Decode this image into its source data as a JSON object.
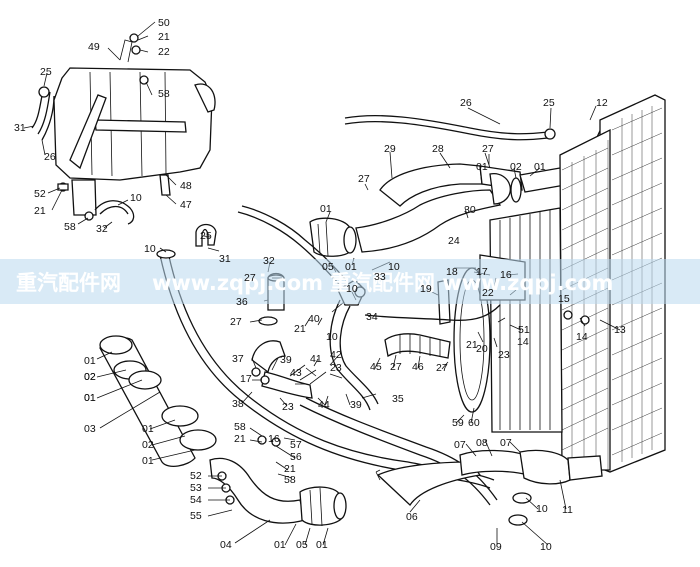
{
  "watermark": {
    "text_left": "重汽配件网",
    "text_middle": "www.zqpj.com",
    "text_right": "重汽配件网 www.zqpj.com",
    "band_color": "#b9d9ee"
  },
  "diagram": {
    "line_color": "#111111",
    "labels": [
      {
        "id": "l50",
        "text": "50"
      },
      {
        "id": "l21a",
        "text": "21"
      },
      {
        "id": "l22a",
        "text": "22"
      },
      {
        "id": "l49",
        "text": "49"
      },
      {
        "id": "l58a",
        "text": "58"
      },
      {
        "id": "l47",
        "text": "47"
      },
      {
        "id": "l48",
        "text": "48"
      },
      {
        "id": "l10a",
        "text": "10"
      },
      {
        "id": "l25a",
        "text": "25"
      },
      {
        "id": "l31a",
        "text": "31"
      },
      {
        "id": "l26a",
        "text": "26"
      },
      {
        "id": "l52a",
        "text": "52"
      },
      {
        "id": "l21b",
        "text": "21"
      },
      {
        "id": "l58b",
        "text": "58"
      },
      {
        "id": "l32a",
        "text": "32"
      },
      {
        "id": "l26b",
        "text": "26"
      },
      {
        "id": "l25b",
        "text": "25"
      },
      {
        "id": "l12",
        "text": "12"
      },
      {
        "id": "l29",
        "text": "29"
      },
      {
        "id": "l28",
        "text": "28"
      },
      {
        "id": "l27a",
        "text": "27"
      },
      {
        "id": "l01a",
        "text": "01"
      },
      {
        "id": "l02a",
        "text": "02"
      },
      {
        "id": "l01b",
        "text": "01"
      },
      {
        "id": "l27b",
        "text": "27"
      },
      {
        "id": "l30",
        "text": "30"
      },
      {
        "id": "l01c",
        "text": "01"
      },
      {
        "id": "l25c",
        "text": "25"
      },
      {
        "id": "l31b",
        "text": "31"
      },
      {
        "id": "l10b",
        "text": "10"
      },
      {
        "id": "l24",
        "text": "24"
      },
      {
        "id": "l05a",
        "text": "05"
      },
      {
        "id": "l01d",
        "text": "01"
      },
      {
        "id": "l10c",
        "text": "10"
      },
      {
        "id": "l32b",
        "text": "32"
      },
      {
        "id": "l18",
        "text": "18"
      },
      {
        "id": "l17a",
        "text": "17"
      },
      {
        "id": "l16",
        "text": "16"
      },
      {
        "id": "l27c",
        "text": "27"
      },
      {
        "id": "l33",
        "text": "33"
      },
      {
        "id": "l36",
        "text": "36"
      },
      {
        "id": "l19",
        "text": "19"
      },
      {
        "id": "l22b",
        "text": "22"
      },
      {
        "id": "l15",
        "text": "15"
      },
      {
        "id": "l10d",
        "text": "10"
      },
      {
        "id": "l34",
        "text": "34"
      },
      {
        "id": "l51",
        "text": "51"
      },
      {
        "id": "l27d",
        "text": "27"
      },
      {
        "id": "l40",
        "text": "40"
      },
      {
        "id": "l21c",
        "text": "21"
      },
      {
        "id": "l13",
        "text": "13"
      },
      {
        "id": "l14a",
        "text": "14"
      },
      {
        "id": "l14b",
        "text": "14"
      },
      {
        "id": "l21d",
        "text": "21"
      },
      {
        "id": "l10e",
        "text": "10"
      },
      {
        "id": "l20",
        "text": "20"
      },
      {
        "id": "l23a",
        "text": "23"
      },
      {
        "id": "l42",
        "text": "42"
      },
      {
        "id": "l41",
        "text": "41"
      },
      {
        "id": "l37",
        "text": "37"
      },
      {
        "id": "l39a",
        "text": "39"
      },
      {
        "id": "l43",
        "text": "43"
      },
      {
        "id": "l23b",
        "text": "23"
      },
      {
        "id": "l45",
        "text": "45"
      },
      {
        "id": "l27e",
        "text": "27"
      },
      {
        "id": "l46",
        "text": "46"
      },
      {
        "id": "l27f",
        "text": "27"
      },
      {
        "id": "l17b",
        "text": "17"
      },
      {
        "id": "l01e",
        "text": "01"
      },
      {
        "id": "l02b",
        "text": "02"
      },
      {
        "id": "l01f",
        "text": "01"
      },
      {
        "id": "l38",
        "text": "38"
      },
      {
        "id": "l23c",
        "text": "23"
      },
      {
        "id": "l44",
        "text": "44"
      },
      {
        "id": "l39b",
        "text": "39"
      },
      {
        "id": "l35",
        "text": "35"
      },
      {
        "id": "l03",
        "text": "03"
      },
      {
        "id": "l59",
        "text": "59"
      },
      {
        "id": "l60",
        "text": "60"
      },
      {
        "id": "l58c",
        "text": "58"
      },
      {
        "id": "l21e",
        "text": "21"
      },
      {
        "id": "l16b",
        "text": "16"
      },
      {
        "id": "l57",
        "text": "57"
      },
      {
        "id": "l56",
        "text": "56"
      },
      {
        "id": "l01g",
        "text": "01"
      },
      {
        "id": "l02c",
        "text": "02"
      },
      {
        "id": "l01h",
        "text": "01"
      },
      {
        "id": "l07a",
        "text": "07"
      },
      {
        "id": "l08",
        "text": "08"
      },
      {
        "id": "l07b",
        "text": "07"
      },
      {
        "id": "l21f",
        "text": "21"
      },
      {
        "id": "l58d",
        "text": "58"
      },
      {
        "id": "l52b",
        "text": "52"
      },
      {
        "id": "l53",
        "text": "53"
      },
      {
        "id": "l54",
        "text": "54"
      },
      {
        "id": "l55",
        "text": "55"
      },
      {
        "id": "l11",
        "text": "11"
      },
      {
        "id": "l10f",
        "text": "10"
      },
      {
        "id": "l06",
        "text": "06"
      },
      {
        "id": "l04",
        "text": "04"
      },
      {
        "id": "l01i",
        "text": "01"
      },
      {
        "id": "l05b",
        "text": "05"
      },
      {
        "id": "l01j",
        "text": "01"
      },
      {
        "id": "l09",
        "text": "09"
      },
      {
        "id": "l10g",
        "text": "10"
      },
      {
        "id": "l02d",
        "text": "02"
      },
      {
        "id": "l01k",
        "text": "01"
      }
    ]
  }
}
